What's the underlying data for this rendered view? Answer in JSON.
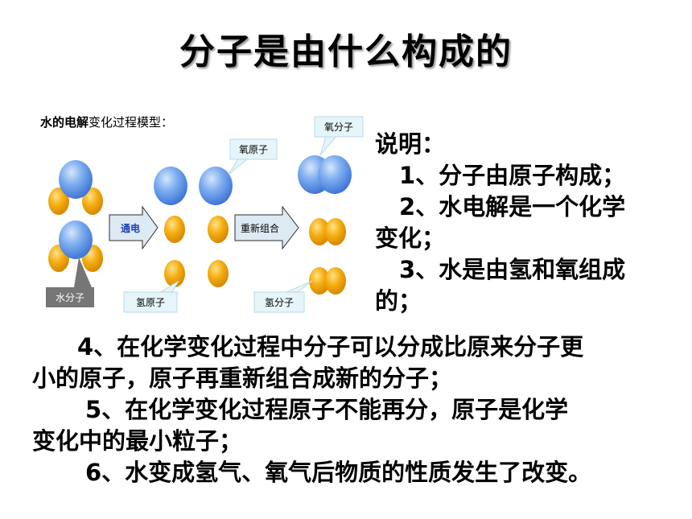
{
  "title": "分子是由什么构成的",
  "diagram": {
    "heading_bold": "水的电解",
    "heading_rest": "变化过程模型：",
    "labels": {
      "oxygen_molecule": "氧分子",
      "oxygen_atom": "氧原子",
      "water_molecule": "水分子",
      "hydrogen_atom": "氢原子",
      "hydrogen_molecule": "氢分子"
    },
    "arrows": {
      "electrolysis": "通电",
      "recombine": "重新组合"
    },
    "colors": {
      "oxygen": "#6fa2ec",
      "hydrogen": "#f2a700",
      "callout": "#e5f5f9",
      "water_label": "#767676",
      "arrow": "#dde9f3"
    }
  },
  "notes": {
    "heading": "说明：",
    "item1": "1、分子由原子构成；",
    "item2_line1": "2、水电解是一个化学",
    "item2_line2": "变化；",
    "item3_line1": "3、水是由氢和氧组成",
    "item3_line2": "的；"
  },
  "body": {
    "p4_line1": "4、在化学变化过程中分子可以分成比原来分子更",
    "p4_line2": "小的原子，原子再重新组合成新的分子；",
    "p5_line1": "5、在化学变化过程原子不能再分，原子是化学",
    "p5_line2": "变化中的最小粒子；",
    "p6": "6、水变成氢气、氧气后物质的性质发生了改变。"
  }
}
